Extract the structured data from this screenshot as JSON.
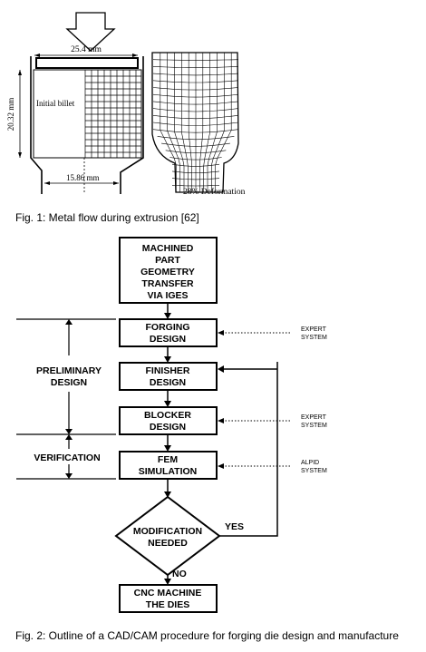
{
  "figure1": {
    "caption": "Fig. 1: Metal flow during extrusion [62]",
    "dim_top": "25.4 mm",
    "dim_left": "20.32 mm",
    "dim_bottom": "15.86 mm",
    "billet_label": "Initial billet",
    "deformation_label": "28% Deformation"
  },
  "figure2": {
    "caption": "Fig. 2: Outline of a CAD/CAM procedure for forging die design and manufacture",
    "box_transfer": [
      "MACHINED",
      "PART",
      "GEOMETRY",
      "TRANSFER",
      "VIA IGES"
    ],
    "box_forging": [
      "FORGING",
      "DESIGN"
    ],
    "box_finisher": [
      "FINISHER",
      "DESIGN"
    ],
    "box_blocker": [
      "BLOCKER",
      "DESIGN"
    ],
    "box_fem": [
      "FEM",
      "SIMULATION"
    ],
    "decision": [
      "MODIFICATION",
      "NEEDED"
    ],
    "box_cnc": [
      "CNC MACHINE",
      "THE DIES"
    ],
    "yes_label": "YES",
    "no_label": "NO",
    "stage_preliminary": [
      "PRELIMINARY",
      "DESIGN"
    ],
    "stage_verification": "VERIFICATION",
    "expert_system_1": [
      "EXPERT",
      "SYSTEM"
    ],
    "expert_system_2": [
      "EXPERT",
      "SYSTEM"
    ],
    "alpid_system": [
      "ALPID",
      "SYSTEM"
    ]
  }
}
